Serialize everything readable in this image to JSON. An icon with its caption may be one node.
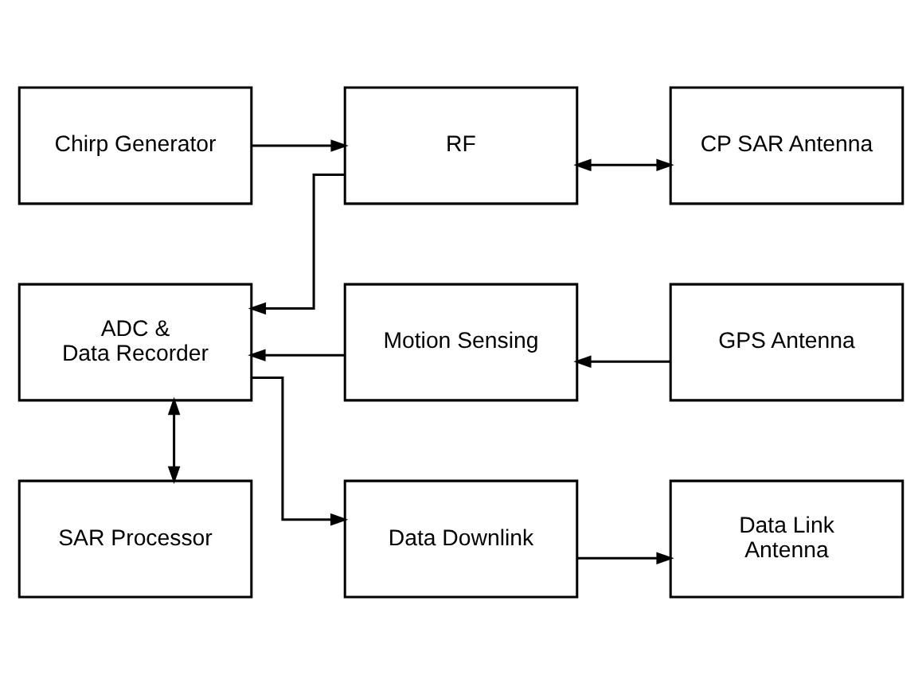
{
  "diagram": {
    "nodes": [
      {
        "text": [
          "Chirp Generator"
        ]
      },
      {
        "text": [
          "RF"
        ]
      },
      {
        "text": [
          "CP SAR Antenna"
        ]
      },
      {
        "text": [
          "ADC & Data Recorder"
        ]
      },
      {
        "text": [
          "Motion Sensing"
        ]
      },
      {
        "text": [
          "GPS Antenna"
        ]
      },
      {
        "text": [
          "SAR Processor"
        ]
      },
      {
        "text": [
          "Data Downlink"
        ]
      },
      {
        "text": [
          "Data Link Antenna"
        ]
      }
    ],
    "edges": [
      {
        "from": 0,
        "to": 1,
        "arrow": "to"
      },
      {
        "from": 1,
        "to": 2,
        "arrow": "both"
      },
      {
        "from": 1,
        "to": 3,
        "arrow": "to"
      },
      {
        "from": 4,
        "to": 3,
        "arrow": "to"
      },
      {
        "from": 5,
        "to": 4,
        "arrow": "to"
      },
      {
        "from": 3,
        "to": 6,
        "arrow": "both"
      },
      {
        "from": 3,
        "to": 7,
        "arrow": "to"
      },
      {
        "from": 7,
        "to": 8,
        "arrow": "to"
      }
    ]
  }
}
